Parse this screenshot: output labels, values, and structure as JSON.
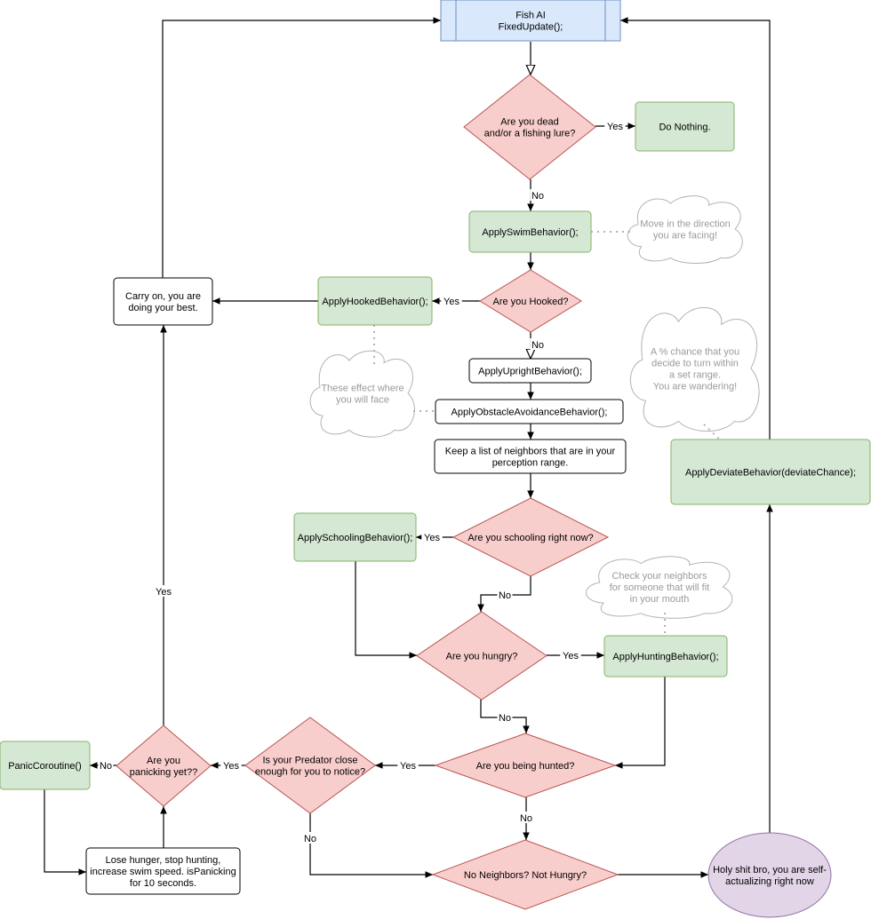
{
  "colors": {
    "start_fill": "#dae8fc",
    "start_stroke": "#6c8ebf",
    "decision_fill": "#f8cecc",
    "decision_stroke": "#b85450",
    "action_fill": "#d5e8d4",
    "action_stroke": "#82b366",
    "plain_fill": "#ffffff",
    "plain_stroke": "#000000",
    "end_fill": "#e1d5e7",
    "end_stroke": "#9673a6",
    "cloud_fill": "#ffffff",
    "cloud_stroke": "#b3b3b3",
    "cloud_text": "#9a9a9a",
    "edge": "#000000"
  },
  "nodes": {
    "start": [
      "Fish AI",
      "FixedUpdate();"
    ],
    "dead_check": [
      "Are you dead",
      "and/or a fishing lure?"
    ],
    "do_nothing": [
      "Do Nothing."
    ],
    "swim": [
      "ApplySwimBehavior();"
    ],
    "hooked_check": [
      "Are you Hooked?"
    ],
    "hooked_behavior": [
      "ApplyHookedBehavior();"
    ],
    "carry_on": [
      "Carry on, you are",
      "doing your best."
    ],
    "upright": [
      "ApplyUprightBehavior();"
    ],
    "obstacle": [
      "ApplyObstacleAvoidanceBehavior();"
    ],
    "neighbors": [
      "Keep a list of neighbors that are in your",
      "perception range."
    ],
    "schooling_check": [
      "Are you schooling right now?"
    ],
    "schooling_behavior": [
      "ApplySchoolingBehavior();"
    ],
    "hungry_check": [
      "Are you hungry?"
    ],
    "hunting": [
      "ApplyHuntingBehavior();"
    ],
    "hunted_check": [
      "Are you being hunted?"
    ],
    "predator_check": [
      "Is your Predator close",
      "enough for you to notice?"
    ],
    "panicking_check": [
      "Are you",
      "panicking yet??"
    ],
    "panic_coroutine": [
      "PanicCoroutine()"
    ],
    "lose_hunger": [
      "Lose hunger, stop hunting,",
      "increase swim speed. isPanicking",
      "for 10 seconds."
    ],
    "no_neighbors": [
      "No Neighbors? Not Hungry?"
    ],
    "self_actualizing": [
      "Holy shit bro, you are self-",
      "actualizing right now"
    ],
    "deviate": [
      "ApplyDeviateBehavior(deviateChance);"
    ]
  },
  "notes": {
    "swim_note": [
      "Move in the direction",
      "you are facing!"
    ],
    "effect_note": [
      "These effect where",
      "you will face"
    ],
    "wander_note": [
      "A % chance that you",
      "decide to turn within",
      "a set range.",
      "You are wandering!"
    ],
    "neighbors_note": [
      "Check your neighbors",
      "for someone that will fit",
      "in your mouth"
    ]
  },
  "edge_labels": {
    "dead_yes": "Yes",
    "dead_no": "No",
    "hooked_yes": "Yes",
    "hooked_no": "No",
    "school_yes": "Yes",
    "school_no": "No",
    "hungry_yes": "Yes",
    "hungry_no": "No",
    "hunted_yes": "Yes",
    "hunted_no": "No",
    "predator_yes": "Yes",
    "predator_no": "No",
    "panic_no": "No",
    "panic_yes": "Yes"
  }
}
